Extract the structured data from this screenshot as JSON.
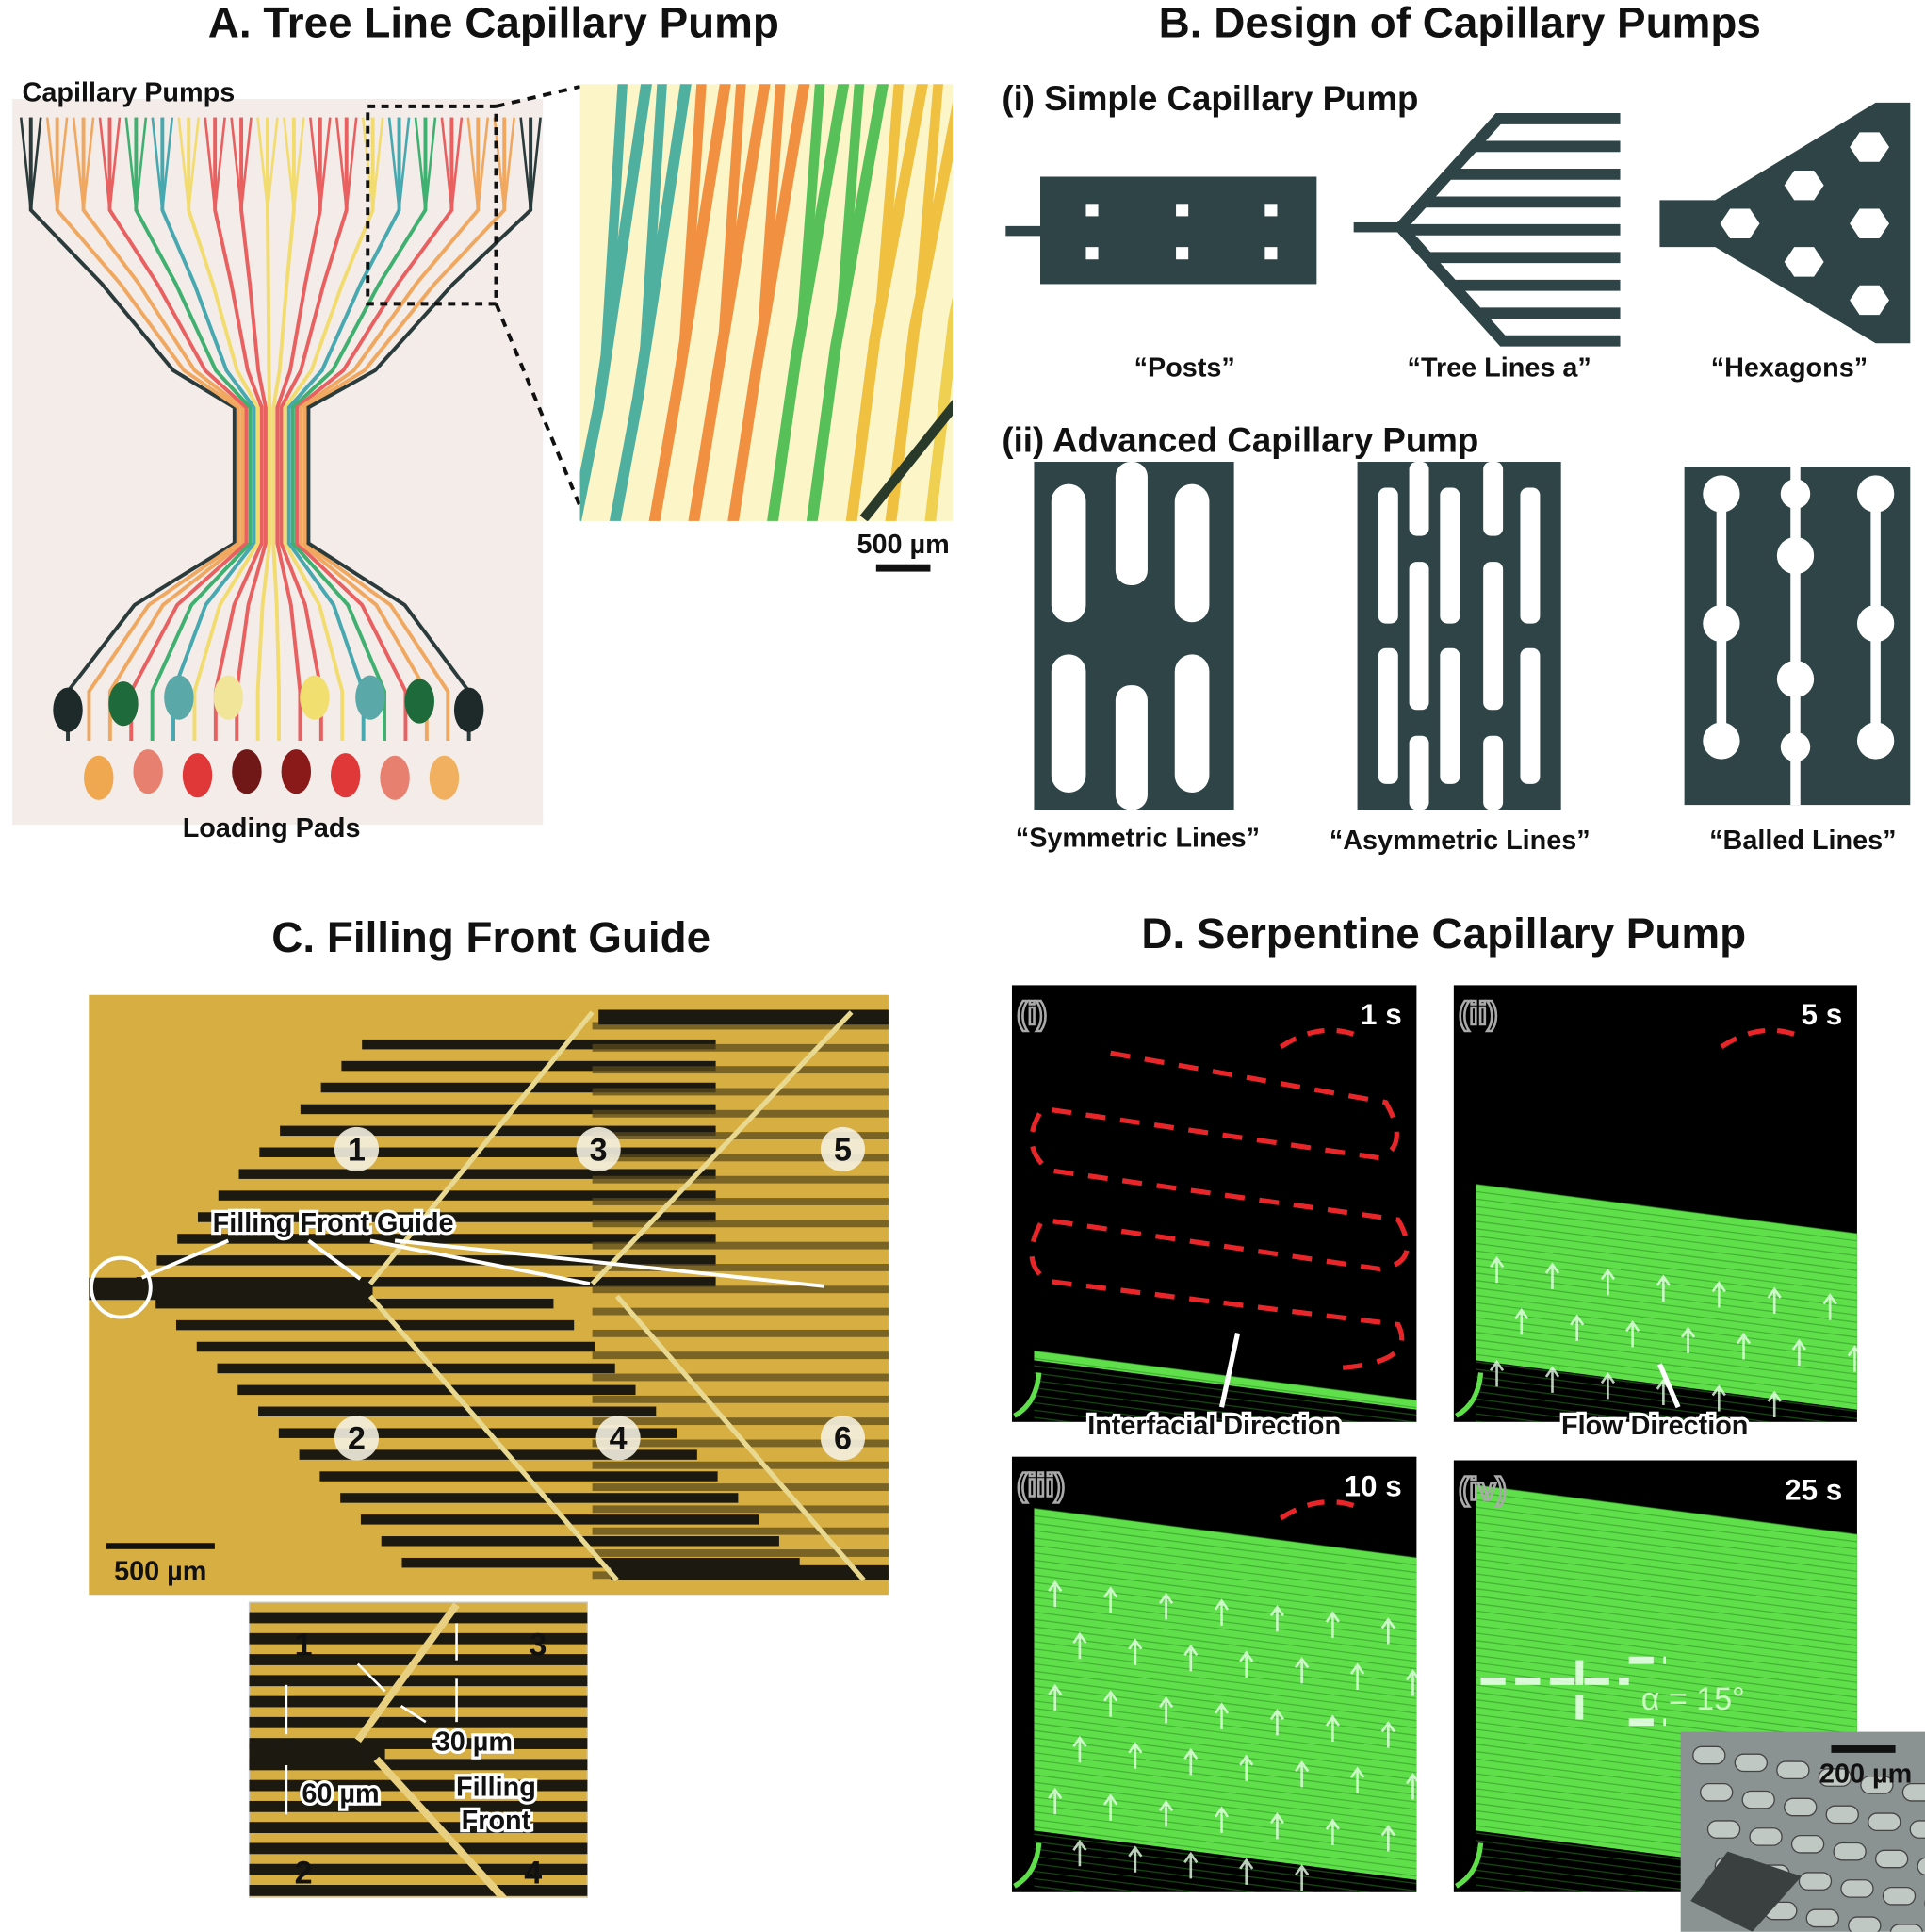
{
  "panel_a": {
    "title": "A. Tree Line Capillary Pump",
    "top_label": "Capillary Pumps",
    "bottom_label": "Loading Pads",
    "scale_bar": "500 µm",
    "channel_colors": [
      "#2b3a3a",
      "#f0a860",
      "#e86060",
      "#40b070",
      "#48a8b0",
      "#f2dc70"
    ]
  },
  "panel_b": {
    "title": "B. Design of Capillary Pumps",
    "simple": {
      "heading": "(i) Simple Capillary Pump",
      "labels": [
        "“Posts”",
        "“Tree Lines a”",
        "“Hexagons”"
      ]
    },
    "advanced": {
      "heading": "(ii) Advanced Capillary Pump",
      "labels": [
        "“Symmetric Lines”",
        "“Asymmetric Lines”",
        "“Balled Lines”"
      ]
    },
    "pump_color": "#2f4446"
  },
  "panel_c": {
    "title": "C. Filling Front Guide",
    "guide_label": "Filling Front Guide",
    "scale_bar": "500 µm",
    "region_numbers": [
      "1",
      "2",
      "3",
      "4",
      "5",
      "6"
    ],
    "inset": {
      "numbers": [
        "1",
        "3",
        "2",
        "4"
      ],
      "width_30": "30 µm",
      "width_60": "60 µm",
      "front_line1": "Filling",
      "front_line2": "Front"
    },
    "background_color": "#d6ae42"
  },
  "panel_d": {
    "title": "D. Serpentine Capillary Pump",
    "frames": [
      {
        "label": "(i)",
        "time": "1 s",
        "caption": "Interfacial Direction"
      },
      {
        "label": "(ii)",
        "time": "5 s",
        "caption": "Flow Direction"
      },
      {
        "label": "(iii)",
        "time": "10 s"
      },
      {
        "label": "(iv)",
        "time": "25 s",
        "angle": "α = 15°"
      }
    ],
    "inset_scale_bar": "200 µm",
    "fluid_color": "#5fe04a",
    "front_color": "#e8262a"
  }
}
